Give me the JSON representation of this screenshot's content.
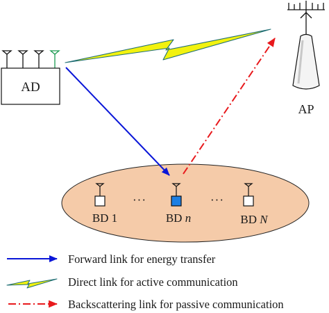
{
  "nodes": {
    "ad_label": "AD",
    "ap_label": "AP",
    "bd_first_label": "BD 1",
    "bd_n_prefix": "BD ",
    "bd_n_var": "n",
    "bd_last_prefix": "BD ",
    "bd_last_var": "N",
    "ellipsis": "···"
  },
  "legend": {
    "forward_link": "Forward link for energy transfer",
    "direct_link": "Direct link for active communication",
    "backscatter_link": "Backscattering link for passive communication"
  },
  "colors": {
    "forward_link": "#0a16d8",
    "backscatter_link": "#e8191c",
    "direct_link_fill": "#f2f20f",
    "direct_link_stroke": "#1f6e74",
    "ellipse_fill": "#f5cba9",
    "bd_n_fill": "#1d7fe3",
    "antenna_green": "#1a9a50"
  }
}
